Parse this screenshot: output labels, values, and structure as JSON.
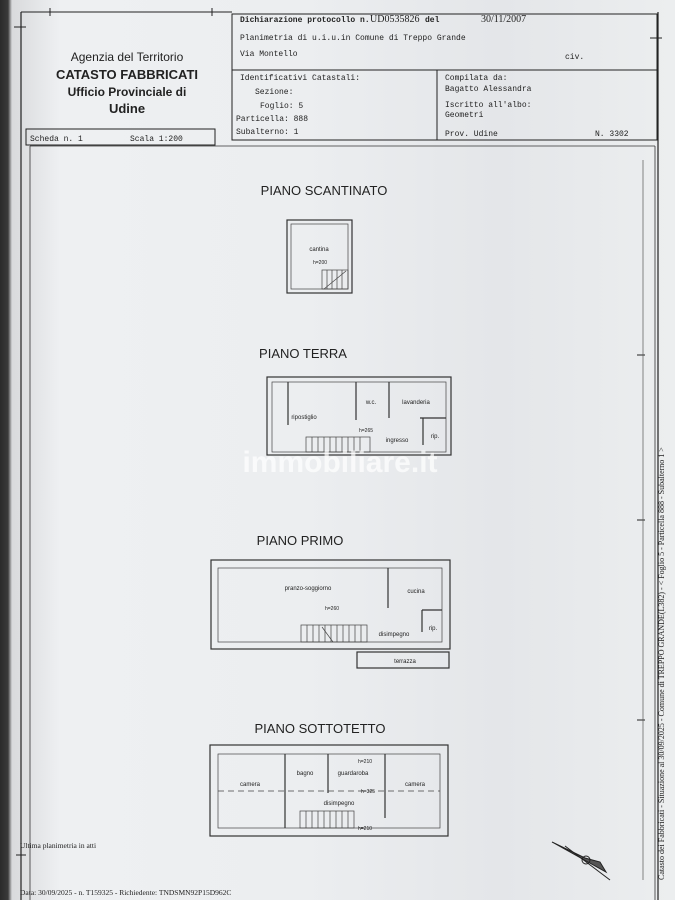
{
  "header": {
    "agency_line1": "Agenzia del Territorio",
    "agency_line2": "CATASTO FABBRICATI",
    "agency_line3": "Ufficio Provinciale di",
    "agency_line4": "Udine",
    "protocol_label": "Dichiarazione protocollo n.",
    "protocol_number": "UD0535826",
    "protocol_date_label": "del",
    "protocol_date": "30/11/2007",
    "planimetria": "Planimetria di u.i.u.in Comune di Treppo Grande",
    "address": "Via Montello",
    "civ_label": "civ.",
    "ident_title": "Identificativi Catastali:",
    "sezione": "Sezione:",
    "foglio": "Foglio: 5",
    "particella": "Particella: 888",
    "subalterno": "Subalterno: 1",
    "compilata_label": "Compilata da:",
    "compilata_name": "Bagatto Alessandra",
    "albo_label": "Iscritto all'albo:",
    "albo_value": "Geometri",
    "prov": "Prov. Udine",
    "number": "N.  3302",
    "scheda": "Scheda n. 1",
    "scala": "Scala 1:200"
  },
  "floors": {
    "scantinato": {
      "title": "PIANO SCANTINATO",
      "rooms": [
        "cantina"
      ],
      "height": "h=200"
    },
    "terra": {
      "title": "PIANO TERRA",
      "rooms": [
        "ripostiglio",
        "w.c.",
        "lavanderia",
        "ingresso",
        "rip."
      ],
      "height": "h=265"
    },
    "primo": {
      "title": "PIANO PRIMO",
      "rooms": [
        "pranzo-soggiorno",
        "cucina",
        "disimpegno",
        "rip.",
        "terrazza"
      ],
      "height": "h=260"
    },
    "sottotetto": {
      "title": "PIANO SOTTOTETTO",
      "rooms": [
        "camera",
        "bagno",
        "guardaroba",
        "disimpegno",
        "camera"
      ],
      "heights": [
        "h=210",
        "h=325",
        "h=210"
      ]
    }
  },
  "watermark": "immobiliare.it",
  "side_text": "Catasto dei Fabbricati - Situazione al 30/09/2025 - Comune di TREPPO GRANDE(L382) - < Foglio 5 - Particella 888 - Subalterno 1 >",
  "footer": {
    "line1": "Ultima planimetria in atti",
    "line2": "Data: 30/09/2025 - n. T159325 - Richiedente: TNDSMN92P15D962C"
  }
}
